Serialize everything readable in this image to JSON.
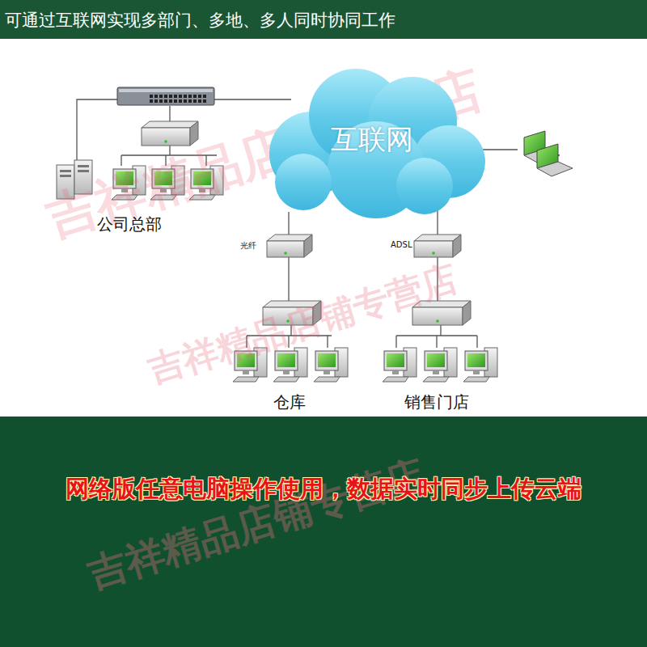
{
  "diagram": {
    "title": "可通过互联网实现多部门、多地、多人同时协同工作",
    "caption": "网络版任意电脑操作使用，数据实时同步上传云端",
    "nodes": [
      {
        "text": [
          "互联网"
        ]
      }
    ],
    "labels": [
      "公司总部",
      "光纤",
      "ADSL",
      "仓库",
      "销售门店",
      "吉祥精品店铺专营店",
      "吉祥精品店铺专营店",
      "吉祥精品店铺专营店"
    ]
  }
}
